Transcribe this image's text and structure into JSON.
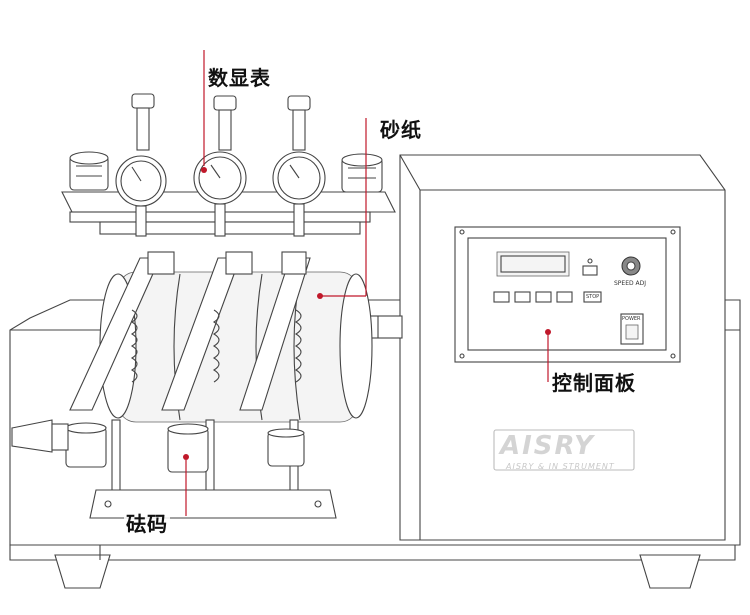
{
  "labels": {
    "dial_gauge": "数显表",
    "sandpaper": "砂纸",
    "control_panel": "控制面板",
    "weight": "砝码"
  },
  "panel": {
    "speed_adj": "SPEED ADJ",
    "stop": "STOP",
    "power": "POWER"
  },
  "brand": {
    "logo": "AISRY",
    "tagline": "AISRY & IN STRUMENT"
  },
  "colors": {
    "line": "#444444",
    "annotation": "#c0182a",
    "text": "#111111"
  }
}
